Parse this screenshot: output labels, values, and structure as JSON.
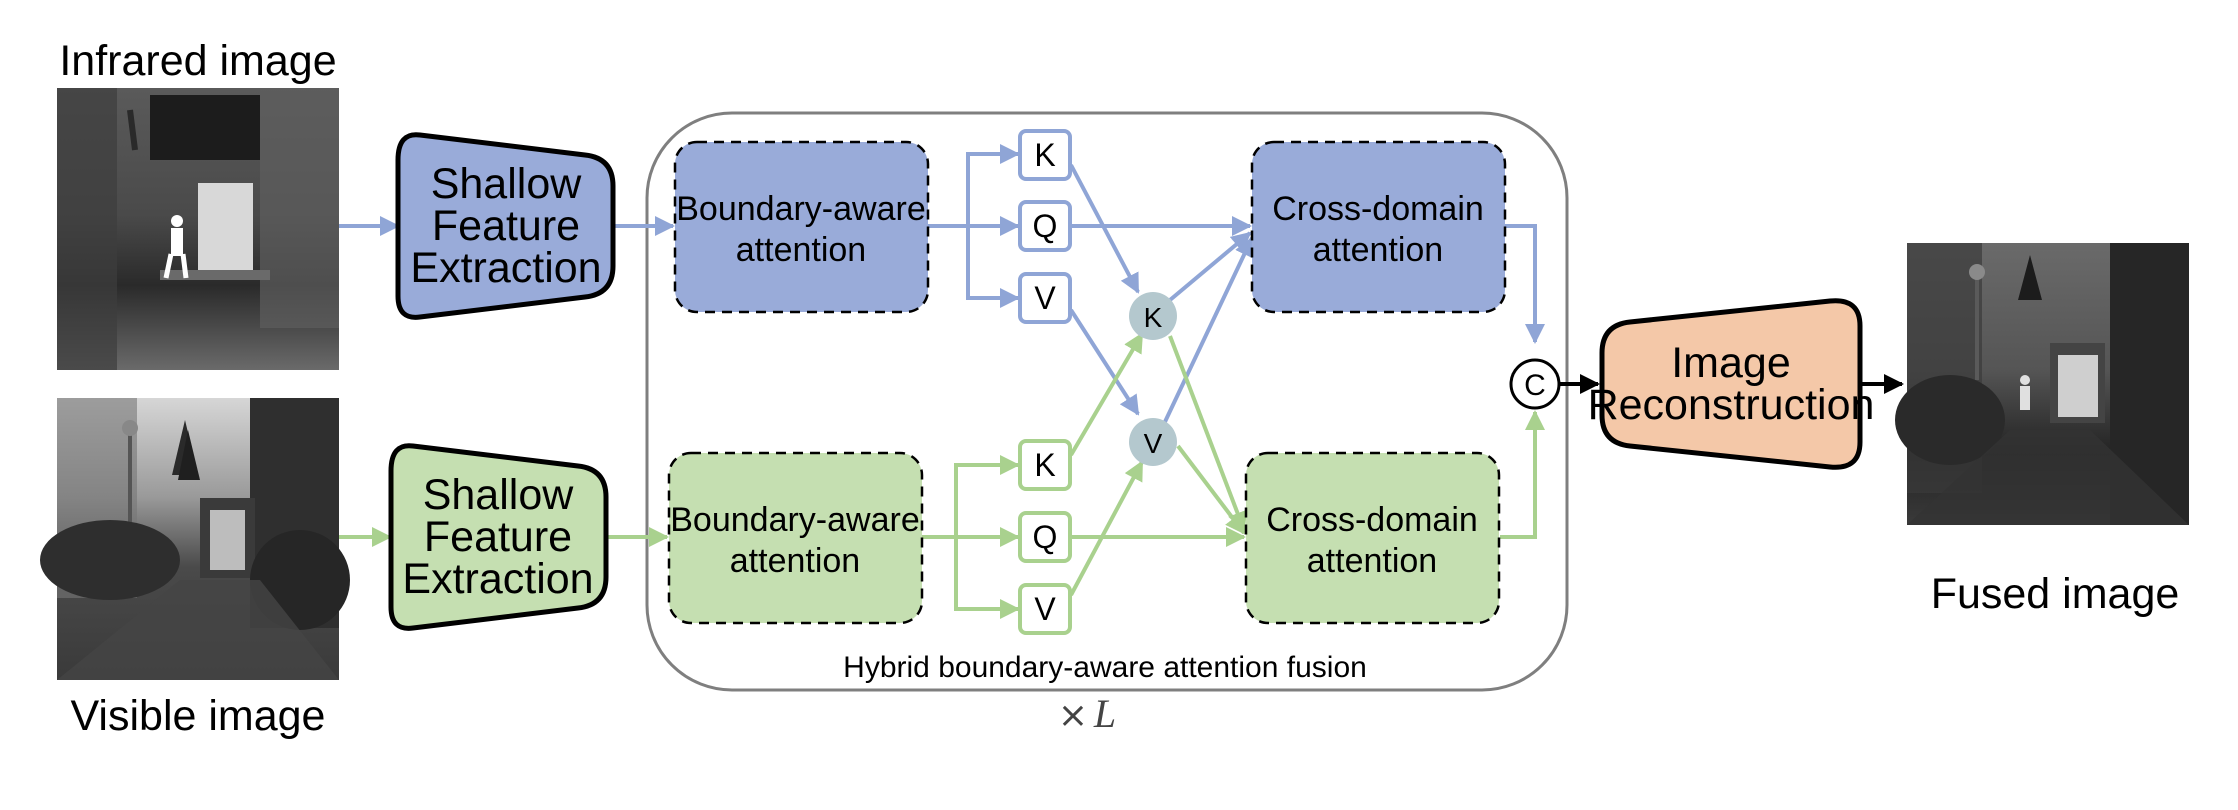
{
  "inputs": {
    "infrared_label": "Infrared image",
    "visible_label": "Visible image",
    "fused_label": "Fused image"
  },
  "blocks": {
    "shallow_ir": "Shallow\nFeature\nExtraction",
    "shallow_vis": "Shallow\nFeature\nExtraction",
    "boundary_ir": "Boundary-aware\nattention",
    "boundary_vis": "Boundary-aware\nattention",
    "cross_ir": "Cross-domain\nattention",
    "cross_vis": "Cross-domain\nattention",
    "reconstruction": "Image\nReconstruction",
    "concat": "C"
  },
  "tokens": {
    "ir": [
      "K",
      "Q",
      "V"
    ],
    "vis": [
      "K",
      "Q",
      "V"
    ],
    "swapped": [
      "K",
      "V"
    ]
  },
  "module": {
    "caption": "Hybrid boundary-aware attention fusion",
    "repeat_prefix": "×",
    "repeat_var": "L"
  },
  "colors": {
    "ir_fill": "#99abd9",
    "ir_line": "#8fa5d6",
    "vis_fill": "#c5dfb1",
    "vis_line": "#a9d18e",
    "recon_fill": "#f4c8a8",
    "token_circle": "#b4c8ce",
    "frame": "#7f7f7f"
  }
}
